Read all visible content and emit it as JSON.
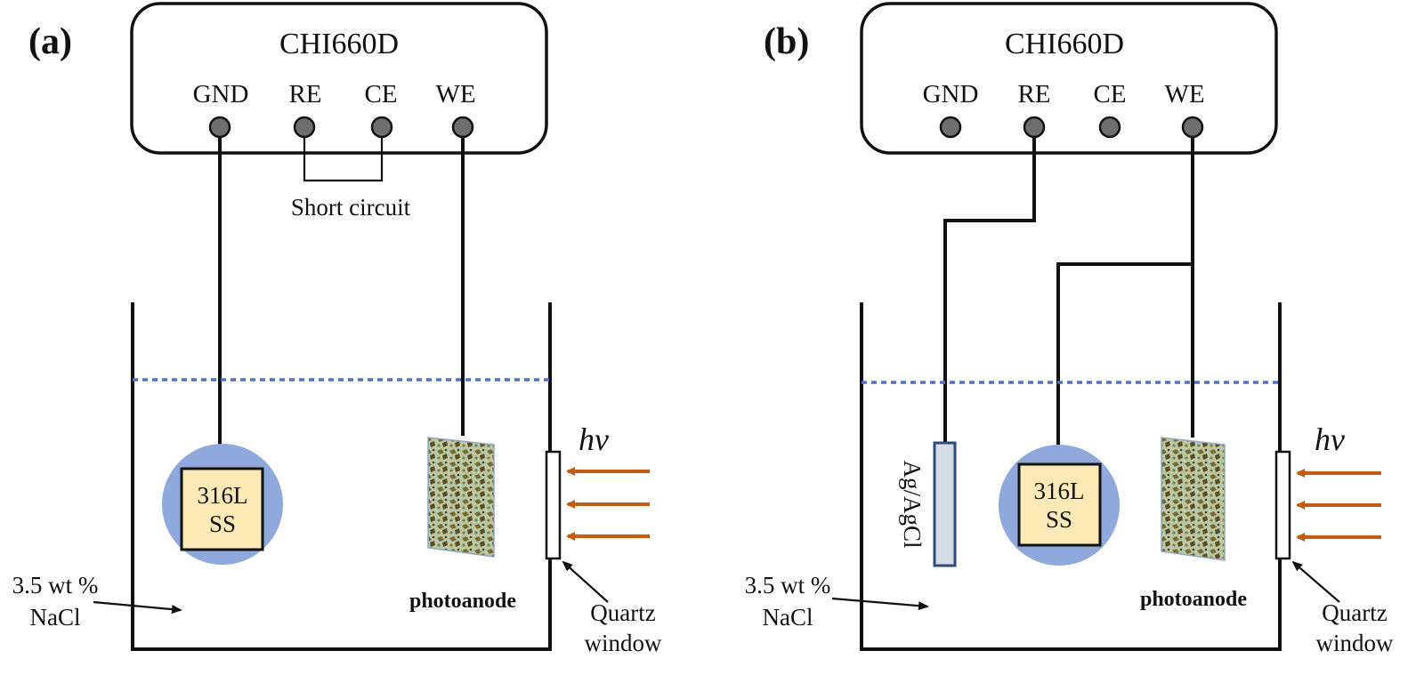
{
  "colors": {
    "terminal": "#6e6e6e",
    "electrolyte_level": "#4f72c4",
    "counter_electrode_disk": "#8fa9dc",
    "ss_square": "#fde9b6",
    "light_arrow": "#c55a11",
    "reference_electrode": "#d6dce5",
    "reference_electrode_border": "#2f4a7a",
    "photoanode_base": "#b7c9a8",
    "photoanode_dot": "#5f4b1e"
  },
  "panels": [
    {
      "label": "(a)",
      "device": "CHI660D",
      "terminals": [
        "GND",
        "RE",
        "CE",
        "WE"
      ],
      "annotation": "Short circuit",
      "electrode_square": [
        "316L",
        "SS"
      ],
      "photoanode": "photoanode",
      "hv": "hv",
      "electrolyte": [
        "3.5 wt %",
        "NaCl"
      ],
      "window": [
        "Quartz",
        "window"
      ]
    },
    {
      "label": "(b)",
      "device": "CHI660D",
      "terminals": [
        "GND",
        "RE",
        "CE",
        "WE"
      ],
      "reference_electrode": "Ag/AgCl",
      "electrode_square": [
        "316L",
        "SS"
      ],
      "photoanode": "photoanode",
      "hv": "hv",
      "electrolyte": [
        "3.5 wt %",
        "NaCl"
      ],
      "window": [
        "Quartz",
        "window"
      ]
    }
  ]
}
